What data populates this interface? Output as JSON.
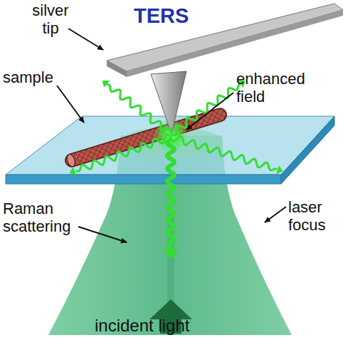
{
  "diagram": {
    "title": "TERS",
    "labels": [
      "silver tip",
      "sample",
      "enhanced field",
      "Raman scattering",
      "laser focus",
      "incident light"
    ]
  }
}
